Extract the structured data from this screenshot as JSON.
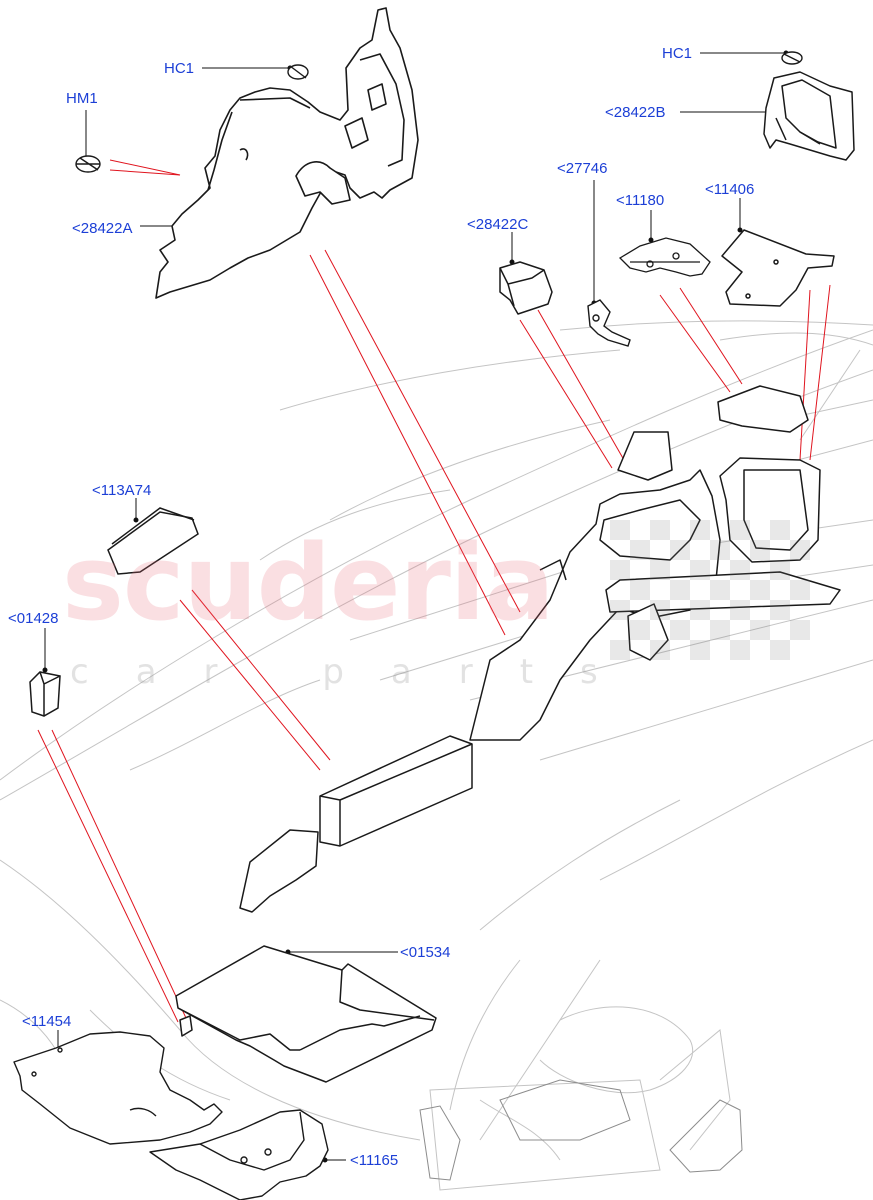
{
  "watermark": {
    "brand": "scuderia",
    "tagline": "car parts"
  },
  "callouts": {
    "hc1_left": "HC1",
    "hm1": "HM1",
    "p28422a": "<28422A",
    "hc1_right": "HC1",
    "p28422b": "<28422B",
    "p27746": "<27746",
    "p28422c": "<28422C",
    "p11180": "<11180",
    "p11406": "<11406",
    "p113a74": "<113A74",
    "p01428": "<01428",
    "p01534": "<01534",
    "p11454": "<11454",
    "p11165": "<11165"
  },
  "colors": {
    "label": "#1c3fd6",
    "leader": "#e0141e",
    "line": "#1a1a1a",
    "ghost": "#bdbdbd"
  }
}
